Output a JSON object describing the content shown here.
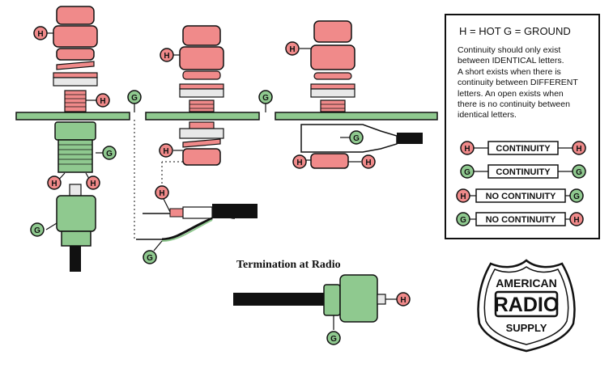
{
  "labels": {
    "hot": "H",
    "ground": "G"
  },
  "colors": {
    "hot": "#f08a8a",
    "ground": "#8fc98f",
    "metal": "#e8e8e8",
    "outline": "#111111"
  },
  "legend": {
    "title": "H = HOT    G = GROUND",
    "lines": [
      "Continuity should only exist",
      "between IDENTICAL letters.",
      "A short exists when there is",
      "continuity between DIFFERENT",
      "letters.  An open exists when",
      "there is no continuity between",
      "identical letters."
    ],
    "rows": [
      {
        "left": "H",
        "text": "CONTINUITY",
        "right": "H"
      },
      {
        "left": "G",
        "text": "CONTINUITY",
        "right": "G"
      },
      {
        "left": "H",
        "text": "NO  CONTINUITY",
        "right": "G"
      },
      {
        "left": "G",
        "text": "NO  CONTINUITY",
        "right": "H"
      }
    ]
  },
  "caption": "Termination at Radio",
  "logo": {
    "line1": "AMERICAN",
    "line2": "RADIO",
    "line3": "SUPPLY"
  }
}
